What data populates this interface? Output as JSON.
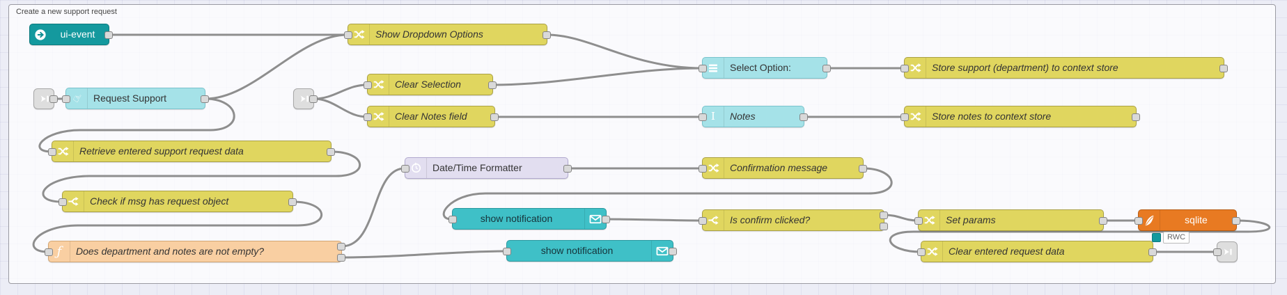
{
  "group": {
    "label": "Create a new support request"
  },
  "colors": {
    "change_node": "#e0d65f",
    "function_node": "#f9cfa2",
    "event_node": "#14999e",
    "widget_node": "#a5e2e8",
    "notification_node": "#3fc0c7",
    "datetime_node": "#e2def0",
    "sqlite_node": "#e87a22",
    "link_node": "#dedede",
    "wire": "#8e8e8e",
    "canvas": "#ecedf6"
  },
  "nodes": [
    {
      "id": "ui-event",
      "label": "ui-event",
      "type": "ui-event",
      "icon": "circle-arrow-icon"
    },
    {
      "id": "show-dropdown",
      "label": "Show Dropdown Options",
      "type": "change",
      "icon": "shuffle-icon"
    },
    {
      "id": "request-support",
      "label": "Request Support",
      "type": "ui-button",
      "icon": "hand-pointer-icon"
    },
    {
      "id": "clear-selection",
      "label": "Clear Selection",
      "type": "change",
      "icon": "shuffle-icon"
    },
    {
      "id": "clear-notes",
      "label": "Clear Notes field",
      "type": "change",
      "icon": "shuffle-icon"
    },
    {
      "id": "select-option",
      "label": "Select Option:",
      "type": "ui-dropdown",
      "icon": "list-bars-icon"
    },
    {
      "id": "notes",
      "label": "Notes",
      "type": "ui-text",
      "icon": "text-cursor-icon"
    },
    {
      "id": "store-support",
      "label": "Store support (department) to context store",
      "type": "change",
      "icon": "shuffle-icon"
    },
    {
      "id": "store-notes",
      "label": "Store notes to context store",
      "type": "change",
      "icon": "shuffle-icon"
    },
    {
      "id": "retrieve-data",
      "label": "Retrieve entered support request data",
      "type": "change",
      "icon": "shuffle-icon"
    },
    {
      "id": "check-request",
      "label": "Check if msg has request object",
      "type": "switch",
      "icon": "fork-icon"
    },
    {
      "id": "dt-formatter",
      "label": "Date/Time Formatter",
      "type": "datetime",
      "icon": "clock-sync-icon"
    },
    {
      "id": "confirmation",
      "label": "Confirmation message",
      "type": "change",
      "icon": "shuffle-icon"
    },
    {
      "id": "does-empty",
      "label": "Does department and notes are not empty?",
      "type": "function",
      "icon": "function-icon"
    },
    {
      "id": "show-notif-1",
      "label": "show notification",
      "type": "notification",
      "icon": "envelope-icon"
    },
    {
      "id": "is-confirm",
      "label": "Is confirm clicked?",
      "type": "switch",
      "icon": "fork-icon"
    },
    {
      "id": "set-params",
      "label": "Set params",
      "type": "change",
      "icon": "shuffle-icon"
    },
    {
      "id": "sqlite",
      "label": "sqlite",
      "type": "sqlite",
      "icon": "feather-icon",
      "status": "RWC"
    },
    {
      "id": "show-notif-2",
      "label": "show notification",
      "type": "notification",
      "icon": "envelope-icon"
    },
    {
      "id": "clear-entered",
      "label": "Clear entered request data",
      "type": "change",
      "icon": "shuffle-icon"
    },
    {
      "id": "link-in-1",
      "label": "",
      "type": "link-in",
      "icon": "link-in-icon"
    },
    {
      "id": "link-in-2",
      "label": "",
      "type": "link-in",
      "icon": "link-in-icon"
    },
    {
      "id": "link-out",
      "label": "",
      "type": "link-out",
      "icon": "link-out-icon"
    }
  ]
}
